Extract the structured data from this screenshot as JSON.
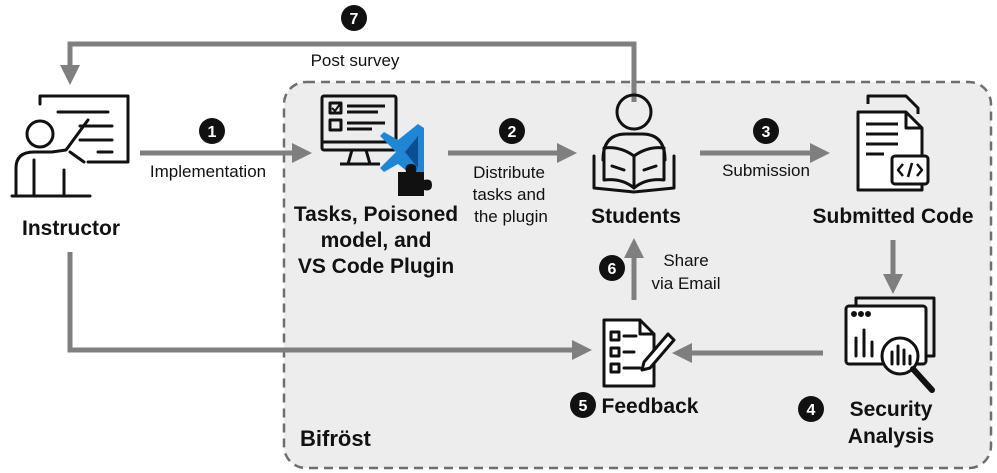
{
  "colors": {
    "arrow": "#7f7f7f",
    "panel_fill": "#ededed",
    "panel_border": "#6e6e6e",
    "ink": "#111111"
  },
  "panel": {
    "label": "Bifröst"
  },
  "nodes": {
    "instructor": {
      "label": "Instructor",
      "icon": "teacher-presenting-icon"
    },
    "tasks": {
      "lines": [
        "Tasks, Poisoned",
        "model, and",
        "VS Code Plugin"
      ],
      "icon": "monitor-vscode-plugin-icon"
    },
    "students": {
      "label": "Students",
      "icon": "student-reading-icon"
    },
    "submitted_code": {
      "label": "Submitted Code",
      "icon": "code-document-icon"
    },
    "security_analysis": {
      "lines": [
        "Security",
        "Analysis"
      ],
      "icon": "chart-magnifier-icon"
    },
    "feedback": {
      "label": "Feedback",
      "icon": "checklist-pen-icon"
    }
  },
  "edges": {
    "implementation": {
      "label": "Implementation"
    },
    "distribute": {
      "lines": [
        "Distribute",
        "tasks and",
        "the plugin"
      ]
    },
    "submission": {
      "label": "Submission"
    },
    "share": {
      "lines": [
        "Share",
        "via Email"
      ]
    },
    "post_survey": {
      "label": "Post survey"
    }
  },
  "steps": [
    "1",
    "2",
    "3",
    "4",
    "5",
    "6",
    "7"
  ]
}
